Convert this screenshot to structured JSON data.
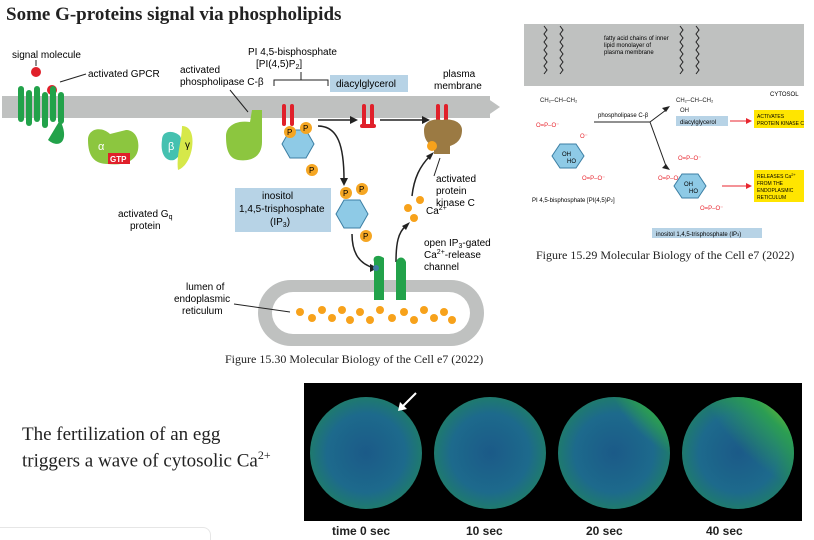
{
  "slide": {
    "title": "Some G-proteins signal via phospholipids",
    "body_text": "The fertilization of an egg triggers a wave of cytosolic Ca",
    "body_text_sup": "2+"
  },
  "figure_1530": {
    "caption": "Figure 15.30 Molecular Biology of the Cell e7 (2022)",
    "labels": {
      "signal_molecule": "signal molecule",
      "activated_gpcr": "activated GPCR",
      "activated_plc_1": "activated",
      "activated_plc_2": "phospholipase C-β",
      "pi45bp_1": "PI 4,5-bisphosphate",
      "pi45bp_2": "[PI(4,5)P",
      "pi45bp_2_sub": "2",
      "pi45bp_2_end": "]",
      "diacylglycerol": "diacylglycerol",
      "plasma_membrane_1": "plasma",
      "plasma_membrane_2": "membrane",
      "alpha": "α",
      "beta": "β",
      "gamma": "γ",
      "gtp": "GTP",
      "activated_gq_1": "activated G",
      "activated_gq_sub": "q",
      "activated_gq_2": "protein",
      "ip3_1": "inositol",
      "ip3_2": "1,4,5-trisphosphate",
      "ip3_3": "(IP",
      "ip3_3_sub": "3",
      "ip3_3_end": ")",
      "pkc_1": "activated",
      "pkc_2": "protein",
      "pkc_3": "kinase C",
      "ca": "Ca",
      "ca_sup": "2+",
      "channel_1": "open IP",
      "channel_1_sub": "3",
      "channel_1_end": "-gated",
      "channel_2": "Ca",
      "channel_2_sup": "2+",
      "channel_2_end": "-release",
      "channel_3": "channel",
      "er_1": "lumen of",
      "er_2": "endoplasmic",
      "er_3": "reticulum",
      "p": "P"
    }
  },
  "figure_1529": {
    "caption": "Figure 15.29 Molecular Biology of the Cell e7 (2022)",
    "labels": {
      "fatty_1": "fatty acid chains of inner",
      "fatty_2": "lipid monolayer of",
      "fatty_3": "plasma membrane",
      "cytosol": "CYTOSOL",
      "plc": "phospholipase C-β",
      "dag": "diacylglycerol",
      "activates_1": "ACTIVATES",
      "activates_2": "PROTEIN KINASE C",
      "releases_1": "RELEASES Ca",
      "releases_sup": "2+",
      "releases_2": "FROM THE",
      "releases_3": "ENDOPLASMIC",
      "releases_4": "RETICULUM",
      "pi45p2": "PI 4,5-bisphosphate [PI(4,5)P",
      "pi45p2_sub": "2",
      "pi45p2_end": "]",
      "ip3": "inositol 1,4,5-trisphosphate (IP",
      "ip3_sub": "3",
      "ip3_end": ")",
      "glycerol_chain": "CH₂–CH–CH₂",
      "oh": "OH",
      "ho": "HO",
      "phosphate": "O=P–O⁻",
      "o_minus": "O⁻"
    }
  },
  "calcium_wave": {
    "times": [
      "time  0 sec",
      "10 sec",
      "20 sec",
      "40 sec"
    ],
    "spread": [
      0.0,
      0.12,
      0.45,
      0.8
    ]
  },
  "colors": {
    "membrane": "#bfc1c0",
    "gpcr": "#22a24a",
    "plc": "#8cc63f",
    "ip3_box": "#b7d3e6",
    "ring": "#8ecae6",
    "phosphate": "#f5a623",
    "calcium": "#f7a21b",
    "pkc": "#9b7a43",
    "dag_red": "#e0202a",
    "figure_red": "#e8262f",
    "box_yellow": "#ffe500"
  }
}
